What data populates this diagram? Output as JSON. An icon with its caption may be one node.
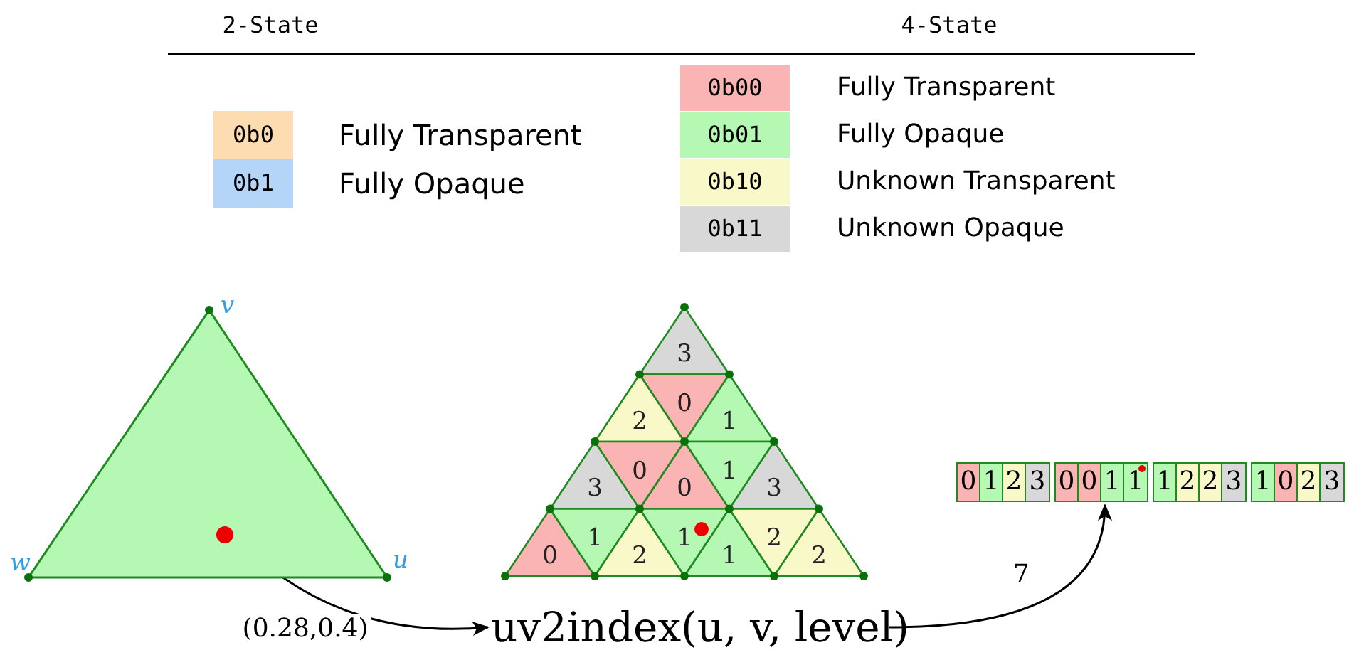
{
  "diagram": {
    "nodes": [
      {
        "text": [],
        "shape": "triangle"
      },
      {
        "text": [],
        "shape": "circle",
        "in": 0
      },
      {
        "text": [
          "uv2index(u, v, level)"
        ]
      },
      {
        "text": [],
        "shape": "bar"
      }
    ],
    "edges": [
      {
        "from": 1,
        "to": 2,
        "arrow": "to",
        "label": "(0.28,0.4)"
      },
      {
        "from": 2,
        "to": 3,
        "arrow": "to",
        "label": "7"
      }
    ],
    "labels": [
      "2-State",
      "4-State",
      "0b0",
      "0b1",
      "0b00",
      "0b01",
      "0b10",
      "0b11",
      "v",
      "w",
      "u",
      "3",
      "2",
      "0",
      "1",
      "3",
      "0",
      "0",
      "1",
      "3",
      "0",
      "1",
      "2",
      "1",
      "1",
      "2",
      "2",
      "0",
      "1",
      "2",
      "3",
      "0",
      "0",
      "1",
      "1",
      "1",
      "2",
      "2",
      "3",
      "1",
      "0",
      "2",
      "3"
    ],
    "legend": [
      {
        "text": "Fully Transparent",
        "color": "#fcdcb0"
      },
      {
        "text": "Fully Opaque",
        "color": "#b4d4f8"
      },
      {
        "text": "Fully Transparent",
        "color": "#fbb4b4"
      },
      {
        "text": "Fully Opaque",
        "color": "#b4f8b4"
      },
      {
        "text": "Unknown Transparent",
        "color": "#f8f8c8"
      },
      {
        "text": "Unknown Opaque",
        "color": "#d8d8d8"
      }
    ]
  }
}
